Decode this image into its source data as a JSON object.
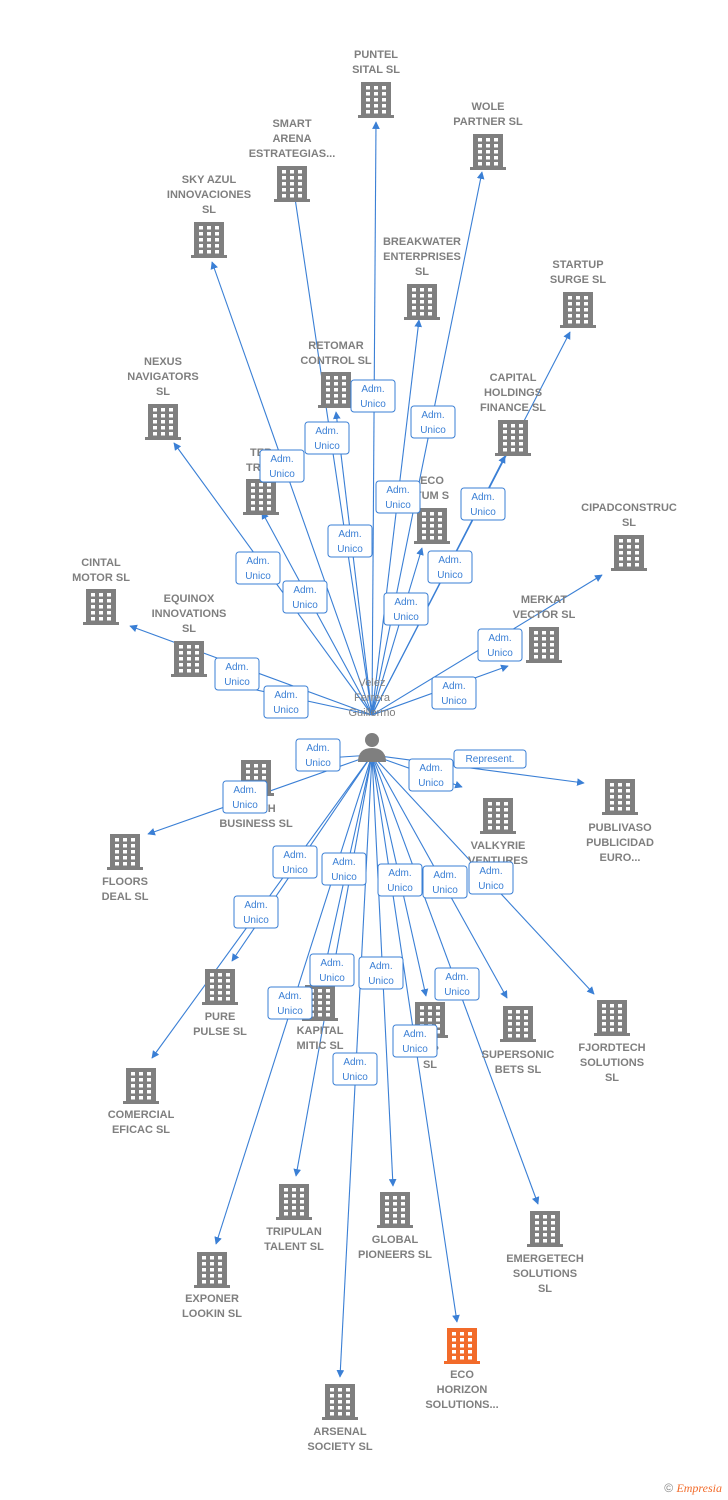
{
  "colors": {
    "edge": "#3a7fd5",
    "node": "#7f7f7f",
    "highlight": "#f26b2a"
  },
  "center": {
    "name": "person-icon",
    "lines": [
      "Velez",
      "Ferrera",
      "Guillermo"
    ]
  },
  "nodes": [
    {
      "id": "puntel",
      "lines": [
        "PUNTEL",
        "SITAL SL"
      ]
    },
    {
      "id": "wole",
      "lines": [
        "WOLE",
        "PARTNER SL"
      ]
    },
    {
      "id": "smart",
      "lines": [
        "SMART",
        "ARENA",
        "ESTRATEGIAS..."
      ]
    },
    {
      "id": "skyazul",
      "lines": [
        "SKY AZUL",
        "INNOVACIONES",
        "SL"
      ]
    },
    {
      "id": "breakwater",
      "lines": [
        "BREAKWATER",
        "ENTERPRISES",
        "SL"
      ]
    },
    {
      "id": "startup",
      "lines": [
        "STARTUP",
        "SURGE SL"
      ]
    },
    {
      "id": "retomar",
      "lines": [
        "RETOMAR",
        "CONTROL SL"
      ]
    },
    {
      "id": "nexus",
      "lines": [
        "NEXUS",
        "NAVIGATORS",
        "SL"
      ]
    },
    {
      "id": "capital",
      "lines": [
        "CAPITAL",
        "HOLDINGS",
        "FINANCE SL"
      ]
    },
    {
      "id": "ter",
      "lines": [
        "TER",
        "TREN"
      ]
    },
    {
      "id": "eco1",
      "lines": [
        "ECO",
        "TUM S"
      ]
    },
    {
      "id": "cipad",
      "lines": [
        "CIPADCONSTRUC",
        "SL"
      ]
    },
    {
      "id": "cintal",
      "lines": [
        "CINTAL",
        "MOTOR SL"
      ]
    },
    {
      "id": "equinox",
      "lines": [
        "EQUINOX",
        "INNOVATIONS",
        "SL"
      ]
    },
    {
      "id": "merkat",
      "lines": [
        "MERKAT",
        "VECTOR SL"
      ]
    },
    {
      "id": "bpath",
      "lines": [
        "B   PATH",
        "BUSINESS SL"
      ]
    },
    {
      "id": "publivaso",
      "lines": [
        "PUBLIVASO",
        "PUBLICIDAD",
        "EURO..."
      ]
    },
    {
      "id": "floors",
      "lines": [
        "FLOORS",
        "DEAL SL"
      ]
    },
    {
      "id": "valkyrie",
      "lines": [
        "VALKYRIE",
        "VENTURES",
        "SL"
      ]
    },
    {
      "id": "pure",
      "lines": [
        "PURE",
        "PULSE SL"
      ]
    },
    {
      "id": "kapital",
      "lines": [
        "KAPITAL",
        "MITIC SL"
      ]
    },
    {
      "id": "vip",
      "lines": [
        "VIP",
        "SL"
      ]
    },
    {
      "id": "supersonic",
      "lines": [
        "SUPERSONIC",
        "BETS SL"
      ]
    },
    {
      "id": "fjordtech",
      "lines": [
        "FJORDTECH",
        "SOLUTIONS",
        "SL"
      ]
    },
    {
      "id": "comercial",
      "lines": [
        "COMERCIAL",
        "EFICAC SL"
      ]
    },
    {
      "id": "tripulan",
      "lines": [
        "TRIPULAN",
        "TALENT SL"
      ]
    },
    {
      "id": "global",
      "lines": [
        "GLOBAL",
        "PIONEERS SL"
      ]
    },
    {
      "id": "emergetech",
      "lines": [
        "EMERGETECH",
        "SOLUTIONS",
        "SL"
      ]
    },
    {
      "id": "exponer",
      "lines": [
        "EXPONER",
        "LOOKIN SL"
      ]
    },
    {
      "id": "ecohorizon",
      "lines": [
        "ECO",
        "HORIZON",
        "SOLUTIONS..."
      ],
      "highlight": true
    },
    {
      "id": "arsenal",
      "lines": [
        "ARSENAL",
        "SOCIETY SL"
      ]
    }
  ],
  "edges": [
    {
      "target": "puntel",
      "label": [
        "Adm.",
        "Unico"
      ]
    },
    {
      "target": "wole",
      "label": [
        "Adm.",
        "Unico"
      ]
    },
    {
      "target": "smart",
      "label": [
        "Adm.",
        "Unico"
      ]
    },
    {
      "target": "skyazul",
      "label": [
        "Adm.",
        "Unico"
      ]
    },
    {
      "target": "breakwater",
      "label": [
        "Adm.",
        "Unico"
      ]
    },
    {
      "target": "startup",
      "label": [
        "Adm.",
        "Unico"
      ]
    },
    {
      "target": "retomar",
      "label": [
        "Adm.",
        "Unico"
      ]
    },
    {
      "target": "nexus",
      "label": [
        "Adm.",
        "Unico"
      ]
    },
    {
      "target": "capital",
      "label": [
        "Adm.",
        "Unico"
      ]
    },
    {
      "target": "ter",
      "label": [
        "Adm.",
        "Unico"
      ]
    },
    {
      "target": "eco1",
      "label": [
        "Adm.",
        "Unico"
      ]
    },
    {
      "target": "cipad",
      "label": [
        "Adm.",
        "Unico"
      ]
    },
    {
      "target": "cintal",
      "label": [
        "Adm.",
        "Unico"
      ]
    },
    {
      "target": "equinox",
      "label": [
        "Adm.",
        "Unico"
      ]
    },
    {
      "target": "merkat",
      "label": [
        "Adm.",
        "Unico"
      ]
    },
    {
      "target": "bpath",
      "label": [
        "Adm.",
        "Unico"
      ]
    },
    {
      "target": "publivaso",
      "label": [
        "Represent."
      ]
    },
    {
      "target": "floors",
      "label": [
        "Adm.",
        "Unico"
      ]
    },
    {
      "target": "valkyrie",
      "label": [
        "Adm.",
        "Unico"
      ]
    },
    {
      "target": "pure",
      "label": [
        "Adm.",
        "Unico"
      ]
    },
    {
      "target": "kapital",
      "label": [
        "Adm.",
        "Unico"
      ]
    },
    {
      "target": "vip",
      "label": [
        "Adm.",
        "Unico"
      ]
    },
    {
      "target": "supersonic",
      "label": [
        "Adm.",
        "Unico"
      ]
    },
    {
      "target": "fjordtech",
      "label": [
        "Adm.",
        "Unico"
      ]
    },
    {
      "target": "comercial",
      "label": [
        "Adm.",
        "Unico"
      ]
    },
    {
      "target": "tripulan",
      "label": [
        "Adm.",
        "Unico"
      ]
    },
    {
      "target": "global",
      "label": [
        "Adm.",
        "Unico"
      ]
    },
    {
      "target": "emergetech",
      "label": [
        "Adm.",
        "Unico"
      ]
    },
    {
      "target": "exponer",
      "label": [
        "Adm.",
        "Unico"
      ]
    },
    {
      "target": "ecohorizon",
      "label": [
        "Adm.",
        "Unico"
      ]
    },
    {
      "target": "arsenal",
      "label": [
        "Adm.",
        "Unico"
      ]
    }
  ],
  "watermark": {
    "symbol": "©",
    "brand": "Empresia"
  }
}
